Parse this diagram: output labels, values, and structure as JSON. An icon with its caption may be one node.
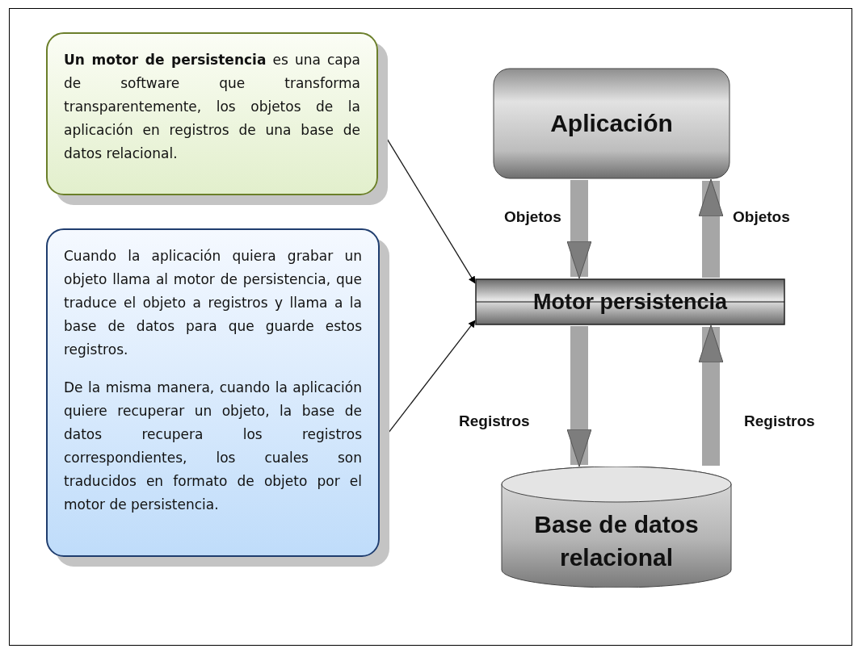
{
  "diagram": {
    "nodes": [
      {
        "text": [
          "**Un motor de persistencia** es una capa de software que transforma transparentemente, los objetos de la aplicación en registros de una base de datos relacional."
        ]
      },
      {
        "text": [
          "Cuando la aplicación quiera grabar un objeto llama al motor de persistencia, que traduce el objeto a registros y llama a la base de datos para que guarde estos registros.",
          "De la misma manera, cuando la aplicación quiere recuperar un objeto, la base de datos recupera los registros correspondientes, los cuales son traducidos en formato de objeto por el motor de persistencia."
        ]
      },
      {
        "text": [
          "Aplicación"
        ]
      },
      {
        "text": [
          "Motor persistencia"
        ]
      },
      {
        "text": [
          "Base de datos relacional"
        ]
      }
    ],
    "edges": [
      {
        "from": 0,
        "to": 3,
        "arrow": "to",
        "color": "#1a1a1a"
      },
      {
        "from": 1,
        "to": 3,
        "arrow": "to",
        "color": "#1a1a1a"
      },
      {
        "from": 2,
        "to": 3,
        "arrow": "to",
        "label": "Objetos"
      },
      {
        "from": 3,
        "to": 2,
        "arrow": "to",
        "label": "Objetos"
      },
      {
        "from": 3,
        "to": 4,
        "arrow": "to",
        "label": "Registros"
      },
      {
        "from": 4,
        "to": 3,
        "arrow": "to",
        "label": "Registros"
      }
    ]
  }
}
